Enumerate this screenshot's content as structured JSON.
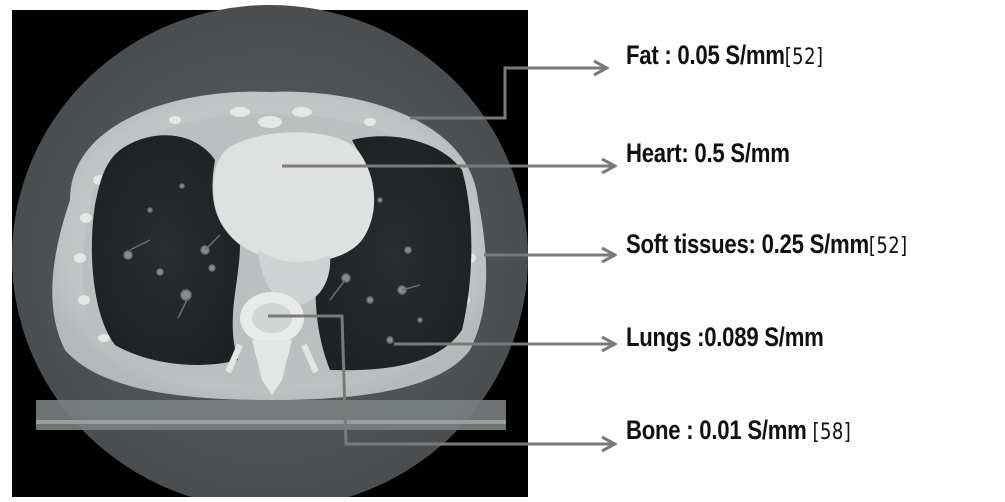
{
  "annotations": {
    "fat": {
      "name": "Fat : 0.05 S/mm",
      "citation": "[52]"
    },
    "heart": {
      "name": "Heart: 0.5 S/mm",
      "citation": ""
    },
    "soft": {
      "name": "Soft tissues: 0.25  S/mm",
      "citation": "[52]"
    },
    "lungs": {
      "name": "Lungs :0.089 S/mm",
      "citation": ""
    },
    "bone": {
      "name": "Bone : 0.01 S/mm ",
      "citation": "[58]"
    }
  },
  "colors": {
    "arrow": "#7a7a7a",
    "scan_background": "#000000",
    "text": "#111111"
  }
}
